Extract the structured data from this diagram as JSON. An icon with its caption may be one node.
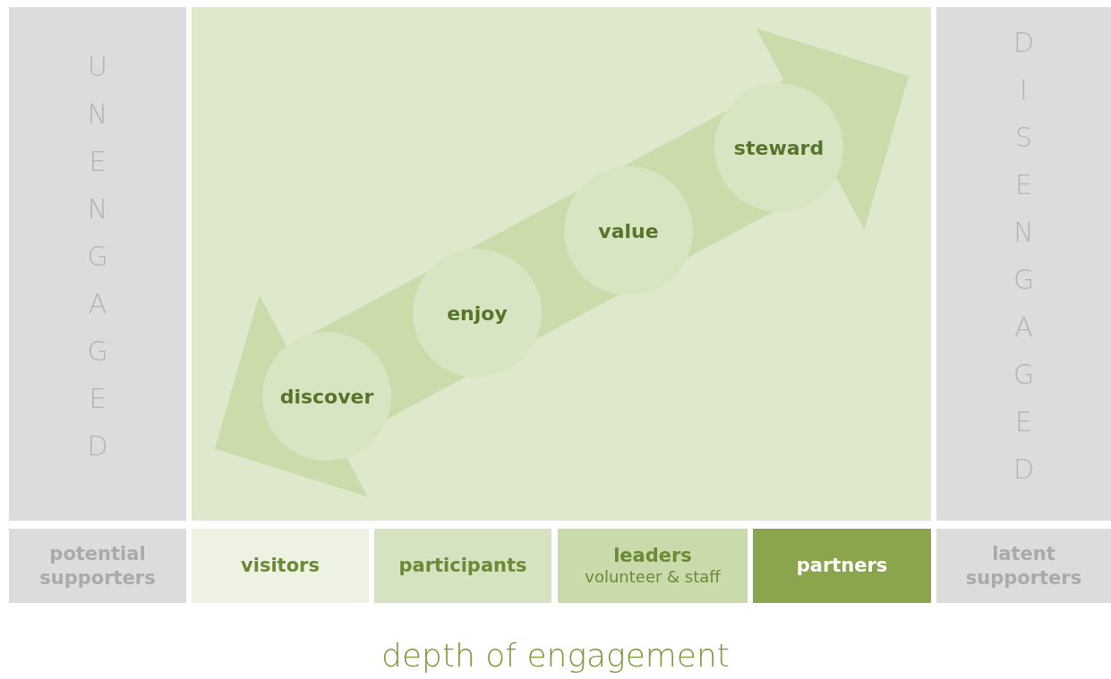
{
  "diagram": {
    "caption": "depth of engagement",
    "nodes": [
      {
        "text": [
          "UNENGAGED"
        ]
      },
      {
        "text": [],
        "shape": "box"
      },
      {
        "text": [
          "discover"
        ],
        "in": 1
      },
      {
        "text": [
          "enjoy"
        ],
        "in": 1
      },
      {
        "text": [
          "value"
        ],
        "in": 1
      },
      {
        "text": [
          "steward"
        ],
        "in": 1
      },
      {
        "text": [
          "DISENGAGED"
        ]
      },
      {
        "text": [
          "potential supporters"
        ]
      },
      {
        "text": [
          "visitors"
        ]
      },
      {
        "text": [
          "participants"
        ]
      },
      {
        "text": [
          "leaders",
          "volunteer & staff"
        ]
      },
      {
        "text": [
          "partners"
        ]
      },
      {
        "text": [
          "latent supporters"
        ]
      }
    ],
    "edges": [
      {
        "from": 0,
        "to": 6,
        "arrow": "both"
      }
    ]
  }
}
